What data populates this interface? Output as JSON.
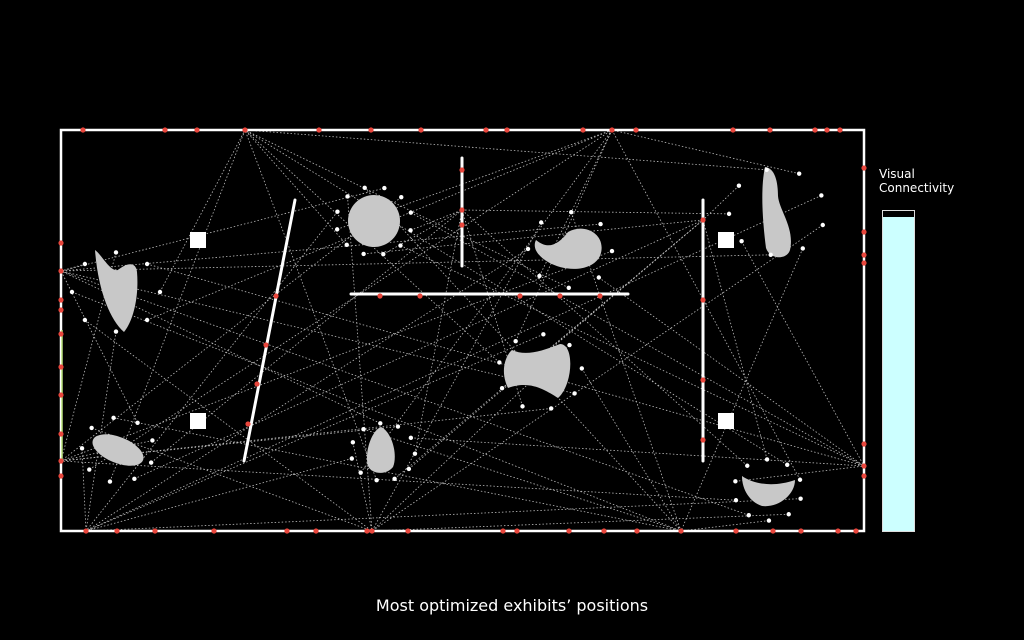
{
  "caption": "Most optimized exhibits’ positions",
  "legend": {
    "title_line1": "Visual",
    "title_line2": "Connectivity",
    "value_fraction": 0.98,
    "fill_color": "#ccffff"
  },
  "colors": {
    "background": "#000000",
    "wall": "#ffffff",
    "exhibit": "#c8c8c8",
    "viewpoint": "#ffffff",
    "boundary_point": "#e8463c",
    "sightline": "#bbbbbb"
  }
}
